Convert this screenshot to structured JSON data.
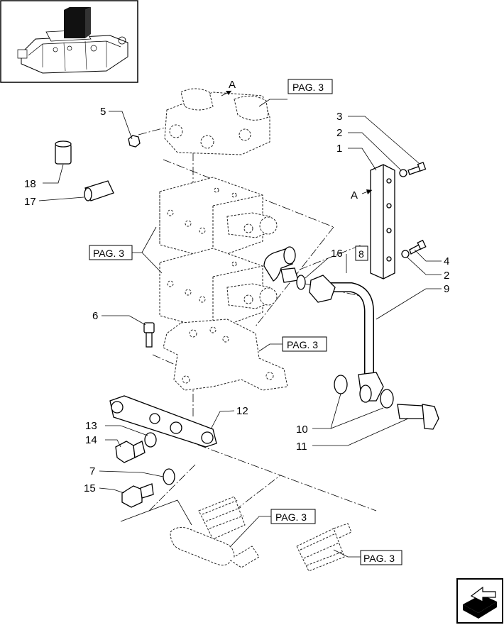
{
  "references": {
    "pag": "PAG. 3",
    "section": "8",
    "view_arrow": "A"
  },
  "callouts": {
    "c1": "1",
    "c2": "2",
    "c3": "3",
    "c4": "4",
    "c5": "5",
    "c6": "6",
    "c7": "7",
    "c9": "9",
    "c10": "10",
    "c11": "11",
    "c12": "12",
    "c13": "13",
    "c14": "14",
    "c15": "15",
    "c16": "16",
    "c17": "17",
    "c18": "18"
  },
  "icons": {
    "thumbnail": "machine-overview-icon",
    "nav": "next-page-arrow-icon"
  }
}
